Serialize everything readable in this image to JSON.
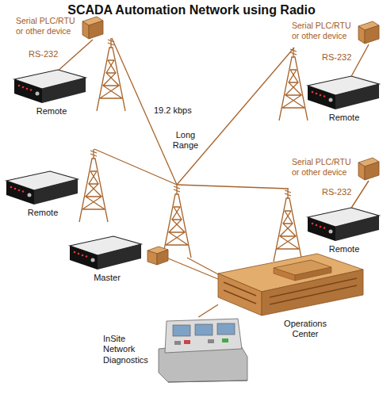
{
  "diagram": {
    "title": "SCADA Automation Network using Radio",
    "nodes": [
      {
        "text": [
          "Serial PLC/RTU or other device"
        ]
      },
      {
        "text": [
          "Serial PLC/RTU or other device"
        ]
      },
      {
        "text": [
          "Remote"
        ]
      },
      {
        "text": [
          "Remote"
        ]
      },
      {
        "text": [
          "Remote"
        ]
      },
      {
        "text": [
          "Serial PLC/RTU or other device"
        ]
      },
      {
        "text": [
          "Remote"
        ]
      },
      {
        "text": [
          "Master"
        ]
      },
      {
        "text": [
          "Operations Center"
        ]
      },
      {
        "text": [
          "InSite Network Diagnostics"
        ]
      }
    ],
    "edges": [
      {
        "from": 0,
        "to": 2,
        "label": "RS-232",
        "arrow": "none"
      },
      {
        "from": 1,
        "to": 3,
        "label": "RS-232",
        "arrow": "none"
      },
      {
        "from": 5,
        "to": 6,
        "label": "RS-232",
        "arrow": "none"
      },
      {
        "from": 8,
        "to": 9,
        "arrow": "none"
      }
    ],
    "labels": [
      "19.2 kbps",
      "Long Range"
    ]
  }
}
